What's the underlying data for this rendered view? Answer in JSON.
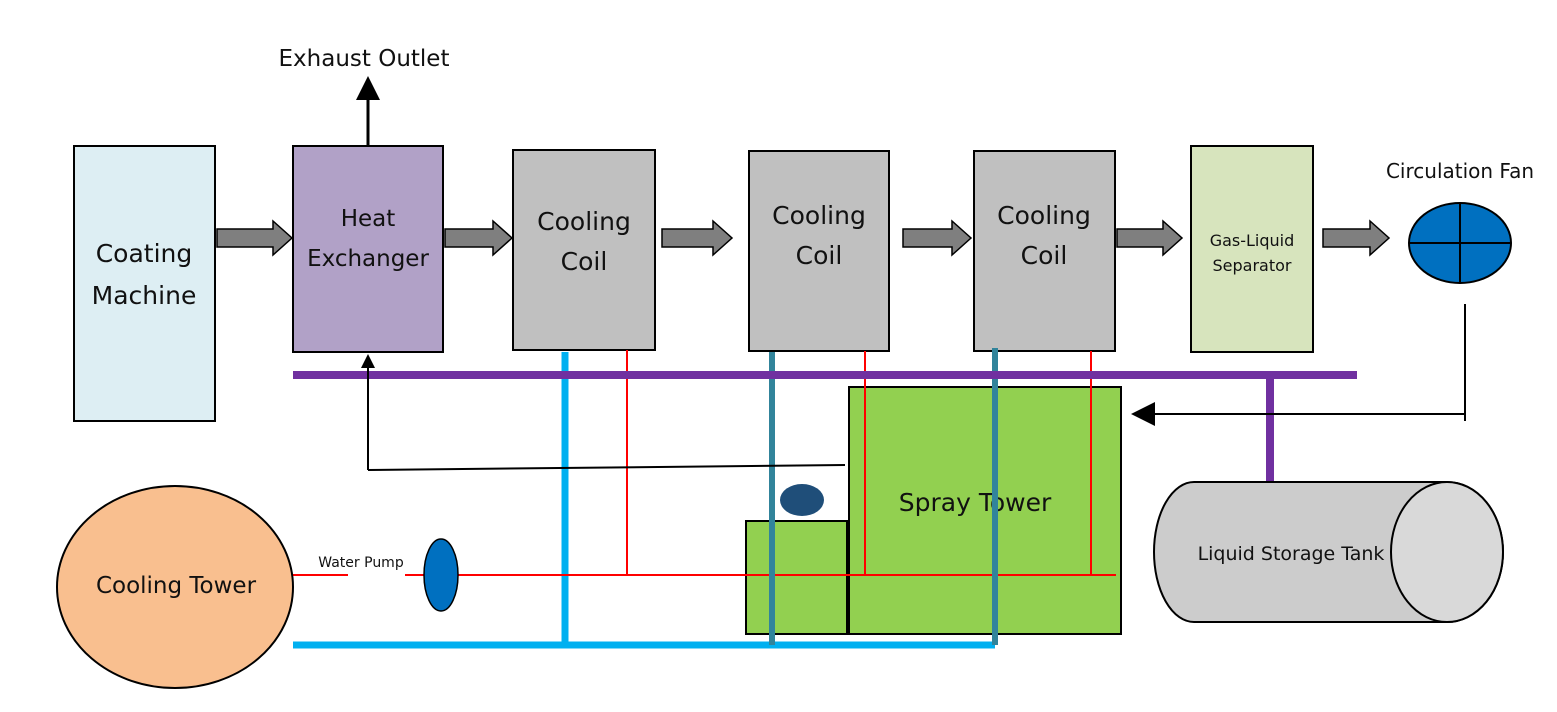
{
  "labels": {
    "exhaust_outlet": "Exhaust Outlet",
    "coating_machine": [
      "Coating",
      "Machine"
    ],
    "heat_exchanger": [
      "Heat",
      "Exchanger"
    ],
    "cooling_coil_1": [
      "Cooling",
      "Coil"
    ],
    "cooling_coil_2": [
      "Cooling",
      "Coil"
    ],
    "cooling_coil_3": [
      "Cooling",
      "Coil"
    ],
    "gas_liquid_separator": [
      "Gas-Liquid",
      "Separator"
    ],
    "circulation_fan": "Circulation Fan",
    "spray_tower": "Spray Tower",
    "liquid_storage_tank": "Liquid Storage Tank",
    "cooling_tower": "Cooling Tower",
    "water_pump": "Water Pump"
  },
  "colors": {
    "coating_machine": "#ddeef3",
    "heat_exchanger": "#b1a1c7",
    "cooling_coil": "#c0c0c0",
    "separator": "#d7e4bd",
    "fan": "#0070c0",
    "spray_tower": "#92d050",
    "tank": "#cccccc",
    "cooling_tower": "#f9bf8f",
    "flow_arrow": "#7f7f7f",
    "purple_pipe": "#7030a0",
    "cold_water_pipe": "#00b0f0",
    "teal_pipe": "#31849b",
    "red_pipe": "#ff0000",
    "pump": "#0070c0",
    "spray_nozzle": "#1f4e79"
  }
}
